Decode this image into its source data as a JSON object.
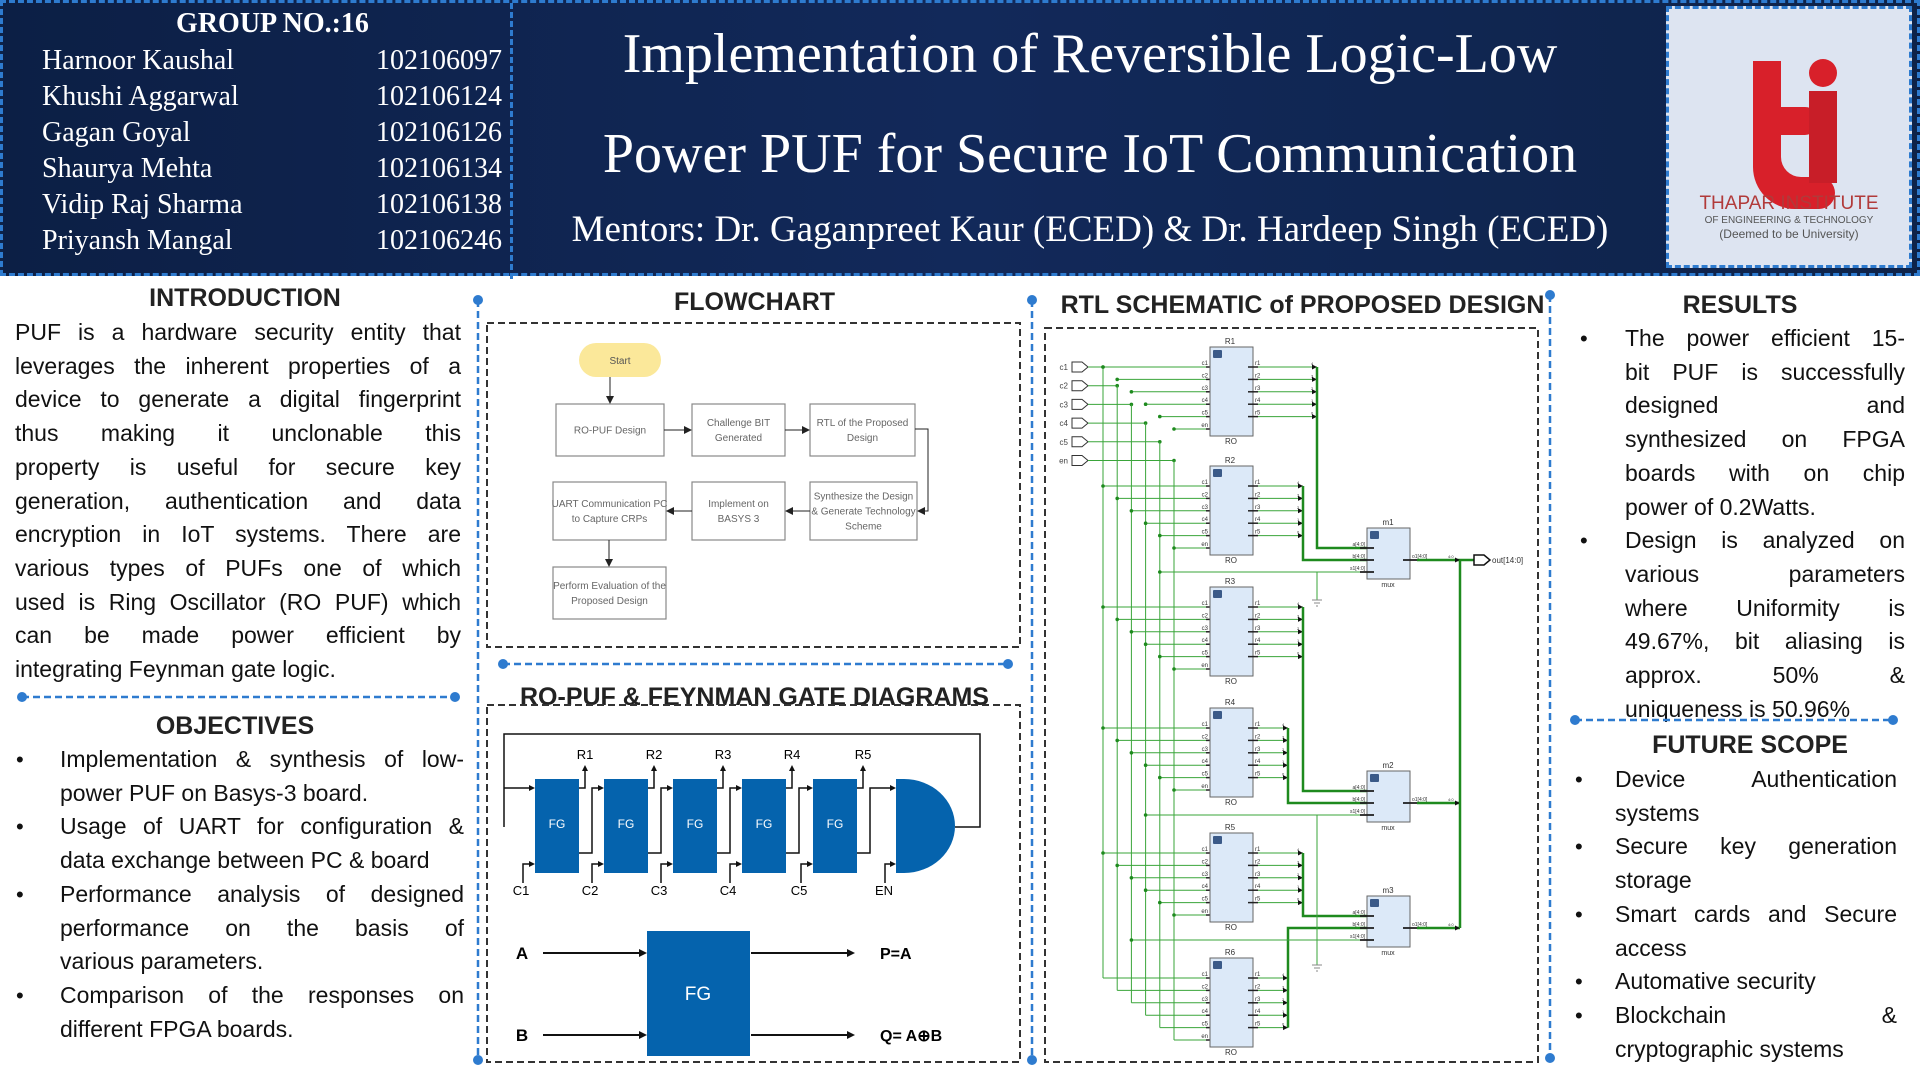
{
  "header": {
    "group_title": "GROUP NO.:16",
    "members": [
      {
        "name": "Harnoor Kaushal",
        "id": "102106097"
      },
      {
        "name": "Khushi Aggarwal",
        "id": "102106124"
      },
      {
        "name": "Gagan Goyal",
        "id": "102106126"
      },
      {
        "name": "Shaurya Mehta",
        "id": "102106134"
      },
      {
        "name": "Vidip Raj Sharma",
        "id": "102106138"
      },
      {
        "name": "Priyansh Mangal",
        "id": "102106246"
      }
    ],
    "title_lines": [
      "Implementation of Reversible Logic-Low",
      "Power PUF for Secure IoT Communication"
    ],
    "mentors": "Mentors: Dr. Gaganpreet Kaur (ECED) & Dr. Hardeep Singh (ECED)",
    "logo": {
      "name": "THAPAR INSTITUTE",
      "sub": "OF ENGINEERING & TECHNOLOGY",
      "tag": "(Deemed to be University)",
      "color": "#d8202a"
    }
  },
  "colors": {
    "navy": "#0f2451",
    "accent": "#2e7bcf",
    "fg_blue": "#0563ad",
    "wire_green": "#3aa53a"
  },
  "introduction": {
    "heading": "INTRODUCTION",
    "lines": [
      "PUF is a hardware security entity that",
      "leverages the inherent properties of a",
      "device to generate a digital fingerprint",
      "thus making it unclonable this",
      "property is useful for secure key",
      "generation, authentication and data",
      "encryption in IoT systems. There are",
      "various types of PUFs one of which",
      "used is Ring Oscillator (RO PUF) which",
      "can be made power efficient by",
      "integrating Feynman gate logic."
    ]
  },
  "objectives": {
    "heading": "OBJECTIVES",
    "items": [
      {
        "lines": [
          "Implementation & synthesis of low-",
          "power PUF on Basys-3 board."
        ]
      },
      {
        "lines": [
          "Usage of UART for configuration &",
          "data exchange between PC & board"
        ]
      },
      {
        "lines": [
          " Performance analysis of designed",
          "performance on the basis of",
          "various parameters."
        ]
      },
      {
        "lines": [
          "Comparison of the responses on",
          "different FPGA boards."
        ]
      }
    ]
  },
  "flowchart": {
    "heading": "FLOWCHART",
    "start": "Start",
    "boxes": [
      [
        "RO-PUF Design"
      ],
      [
        "Challenge BIT",
        "Generated"
      ],
      [
        "RTL of the Proposed",
        "Design"
      ],
      [
        "Synthesize  the Design",
        "& Generate Technology",
        "Scheme"
      ],
      [
        "Implement on",
        "BASYS 3"
      ],
      [
        "UART Communication PC",
        "to Capture CRPs"
      ],
      [
        "Perform Evaluation of the",
        "Proposed Design"
      ]
    ]
  },
  "gate_diagrams": {
    "heading": "RO-PUF & FEYNMAN GATE DIAGRAMS",
    "gate_label": "FG",
    "outputs": [
      "R1",
      "R2",
      "R3",
      "R4",
      "R5"
    ],
    "inputs": [
      "C1",
      "C2",
      "C3",
      "C4",
      "C5"
    ],
    "enable": "EN",
    "fg": {
      "in_a": "A",
      "in_b": "B",
      "label": "FG",
      "out_p": "P=A",
      "out_q": "Q= A⊕B"
    }
  },
  "rtl": {
    "heading": "RTL SCHEMATIC of PROPOSED DESIGN",
    "inputs": [
      "c1",
      "c2",
      "c3",
      "c4",
      "c5",
      "en"
    ],
    "blocks": [
      "R1",
      "R2",
      "R3",
      "R4",
      "R5",
      "R6"
    ],
    "block_type": "RO",
    "block_in_pins": [
      "c1",
      "c2",
      "c3",
      "c4",
      "c5",
      "en"
    ],
    "block_out_pins": [
      "r1",
      "r2",
      "r3",
      "r4",
      "r5"
    ],
    "bit_labels": [
      "4",
      "3",
      "2",
      "1",
      "0"
    ],
    "muxes": [
      "m1",
      "m2",
      "m3"
    ],
    "mux_type": "mux",
    "mux_pins": [
      "a[4:0]",
      "b[4:0]",
      "s1[4:0]",
      "o1[4:0]"
    ],
    "slice_label": "4:0",
    "output": "out[14:0]"
  },
  "results": {
    "heading": "RESULTS",
    "items": [
      {
        "lines": [
          "The power efficient 15-",
          "bit PUF is successfully",
          "designed and",
          "synthesized on FPGA",
          "boards with on chip",
          "power of 0.2Watts."
        ]
      },
      {
        "lines": [
          "Design is analyzed on",
          "various parameters",
          "where Uniformity is",
          "49.67%, bit aliasing is",
          "approx. 50% &",
          "uniqueness is 50.96%"
        ]
      }
    ]
  },
  "future_scope": {
    "heading": "FUTURE SCOPE",
    "items": [
      {
        "lines": [
          "Device Authentication",
          "systems"
        ]
      },
      {
        "lines": [
          "Secure key generation",
          "storage"
        ]
      },
      {
        "lines": [
          "Smart cards and Secure",
          "access"
        ]
      },
      {
        "lines": [
          "Automative security"
        ]
      },
      {
        "lines": [
          "Blockchain &",
          "cryptographic systems"
        ]
      }
    ]
  }
}
